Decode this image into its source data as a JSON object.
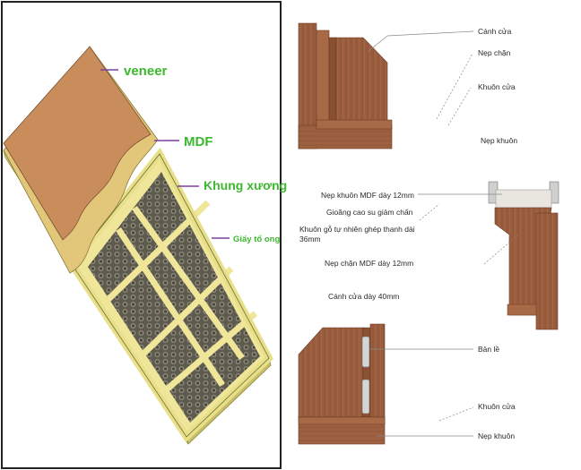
{
  "left_panel": {
    "labels": {
      "veneer": "veneer",
      "mdf": "MDF",
      "frame": "Khung xương",
      "honeycomb": "Giấy tổ ong"
    },
    "colors": {
      "veneer": "#c98d5c",
      "mdf": "#e2c77a",
      "frame": "#efe69a",
      "honeycomb": "#6b6658",
      "edge": "#e8df8a",
      "label_green": "#3cb82e",
      "leader": "#7b3fa0"
    }
  },
  "right_top": {
    "labels": [
      "Cánh cửa",
      "Nẹp chặn",
      "Khuôn cửa",
      "Nẹp khuôn"
    ]
  },
  "right_middle": {
    "labels": [
      "Nẹp khuôn MDF dày 12mm",
      "Gioăng cao su giảm chấn",
      "Khuôn gỗ tự nhiên ghép thanh dài",
      "36mm",
      "Nẹp chặn MDF dày 12mm",
      "Cánh cửa dày 40mm"
    ]
  },
  "right_bottom": {
    "labels": [
      "Bản lề",
      "Khuôn cửa",
      "Nẹp khuôn"
    ]
  },
  "colors": {
    "wood": "#9a5e3e",
    "wood_dark": "#7c4529",
    "wood_light": "#b87a55",
    "mdf_white": "#e9e6df",
    "hinge": "#cfcfcf"
  }
}
